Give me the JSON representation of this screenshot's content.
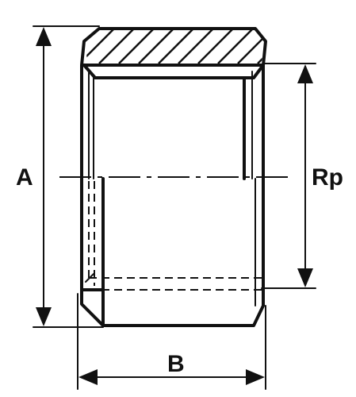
{
  "diagram": {
    "labels": {
      "overall_length": "A",
      "outer_diameter": "B",
      "thread": "Rp"
    }
  }
}
